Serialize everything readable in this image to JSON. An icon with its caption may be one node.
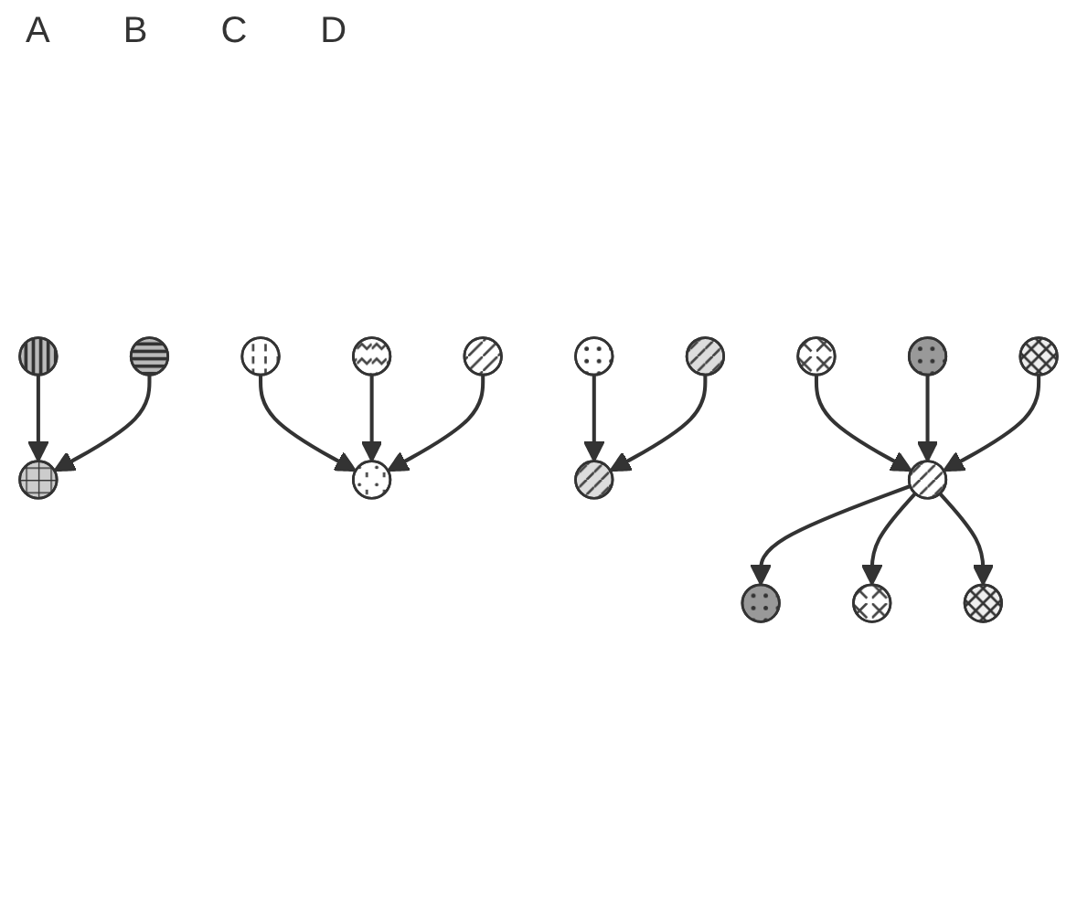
{
  "diagram": {
    "nodes": [
      {
        "text": [],
        "shape": "circle"
      },
      {
        "text": [],
        "shape": "circle"
      },
      {
        "text": [],
        "shape": "circle"
      },
      {
        "text": [],
        "shape": "circle"
      },
      {
        "text": [],
        "shape": "circle"
      },
      {
        "text": [],
        "shape": "circle"
      },
      {
        "text": [],
        "shape": "circle"
      },
      {
        "text": [],
        "shape": "circle"
      },
      {
        "text": [],
        "shape": "circle"
      },
      {
        "text": [],
        "shape": "circle"
      },
      {
        "text": [],
        "shape": "circle"
      },
      {
        "text": [],
        "shape": "circle"
      },
      {
        "text": [],
        "shape": "circle"
      },
      {
        "text": [],
        "shape": "circle"
      },
      {
        "text": [],
        "shape": "circle"
      },
      {
        "text": [],
        "shape": "circle"
      },
      {
        "text": [],
        "shape": "circle"
      }
    ],
    "edges": [
      {
        "from": 0,
        "to": 2,
        "arrow": "to"
      },
      {
        "from": 1,
        "to": 2,
        "arrow": "to"
      },
      {
        "from": 3,
        "to": 5,
        "arrow": "to"
      },
      {
        "from": 4,
        "to": 5,
        "arrow": "to"
      },
      {
        "from": 6,
        "to": 5,
        "arrow": "to"
      },
      {
        "from": 7,
        "to": 9,
        "arrow": "to"
      },
      {
        "from": 8,
        "to": 9,
        "arrow": "to"
      },
      {
        "from": 10,
        "to": 13,
        "arrow": "to"
      },
      {
        "from": 11,
        "to": 13,
        "arrow": "to"
      },
      {
        "from": 12,
        "to": 13,
        "arrow": "to"
      },
      {
        "from": 13,
        "to": 14,
        "arrow": "to"
      },
      {
        "from": 13,
        "to": 15,
        "arrow": "to"
      },
      {
        "from": 13,
        "to": 16,
        "arrow": "to"
      }
    ],
    "labels": [
      "A",
      "B",
      "C",
      "D"
    ]
  }
}
